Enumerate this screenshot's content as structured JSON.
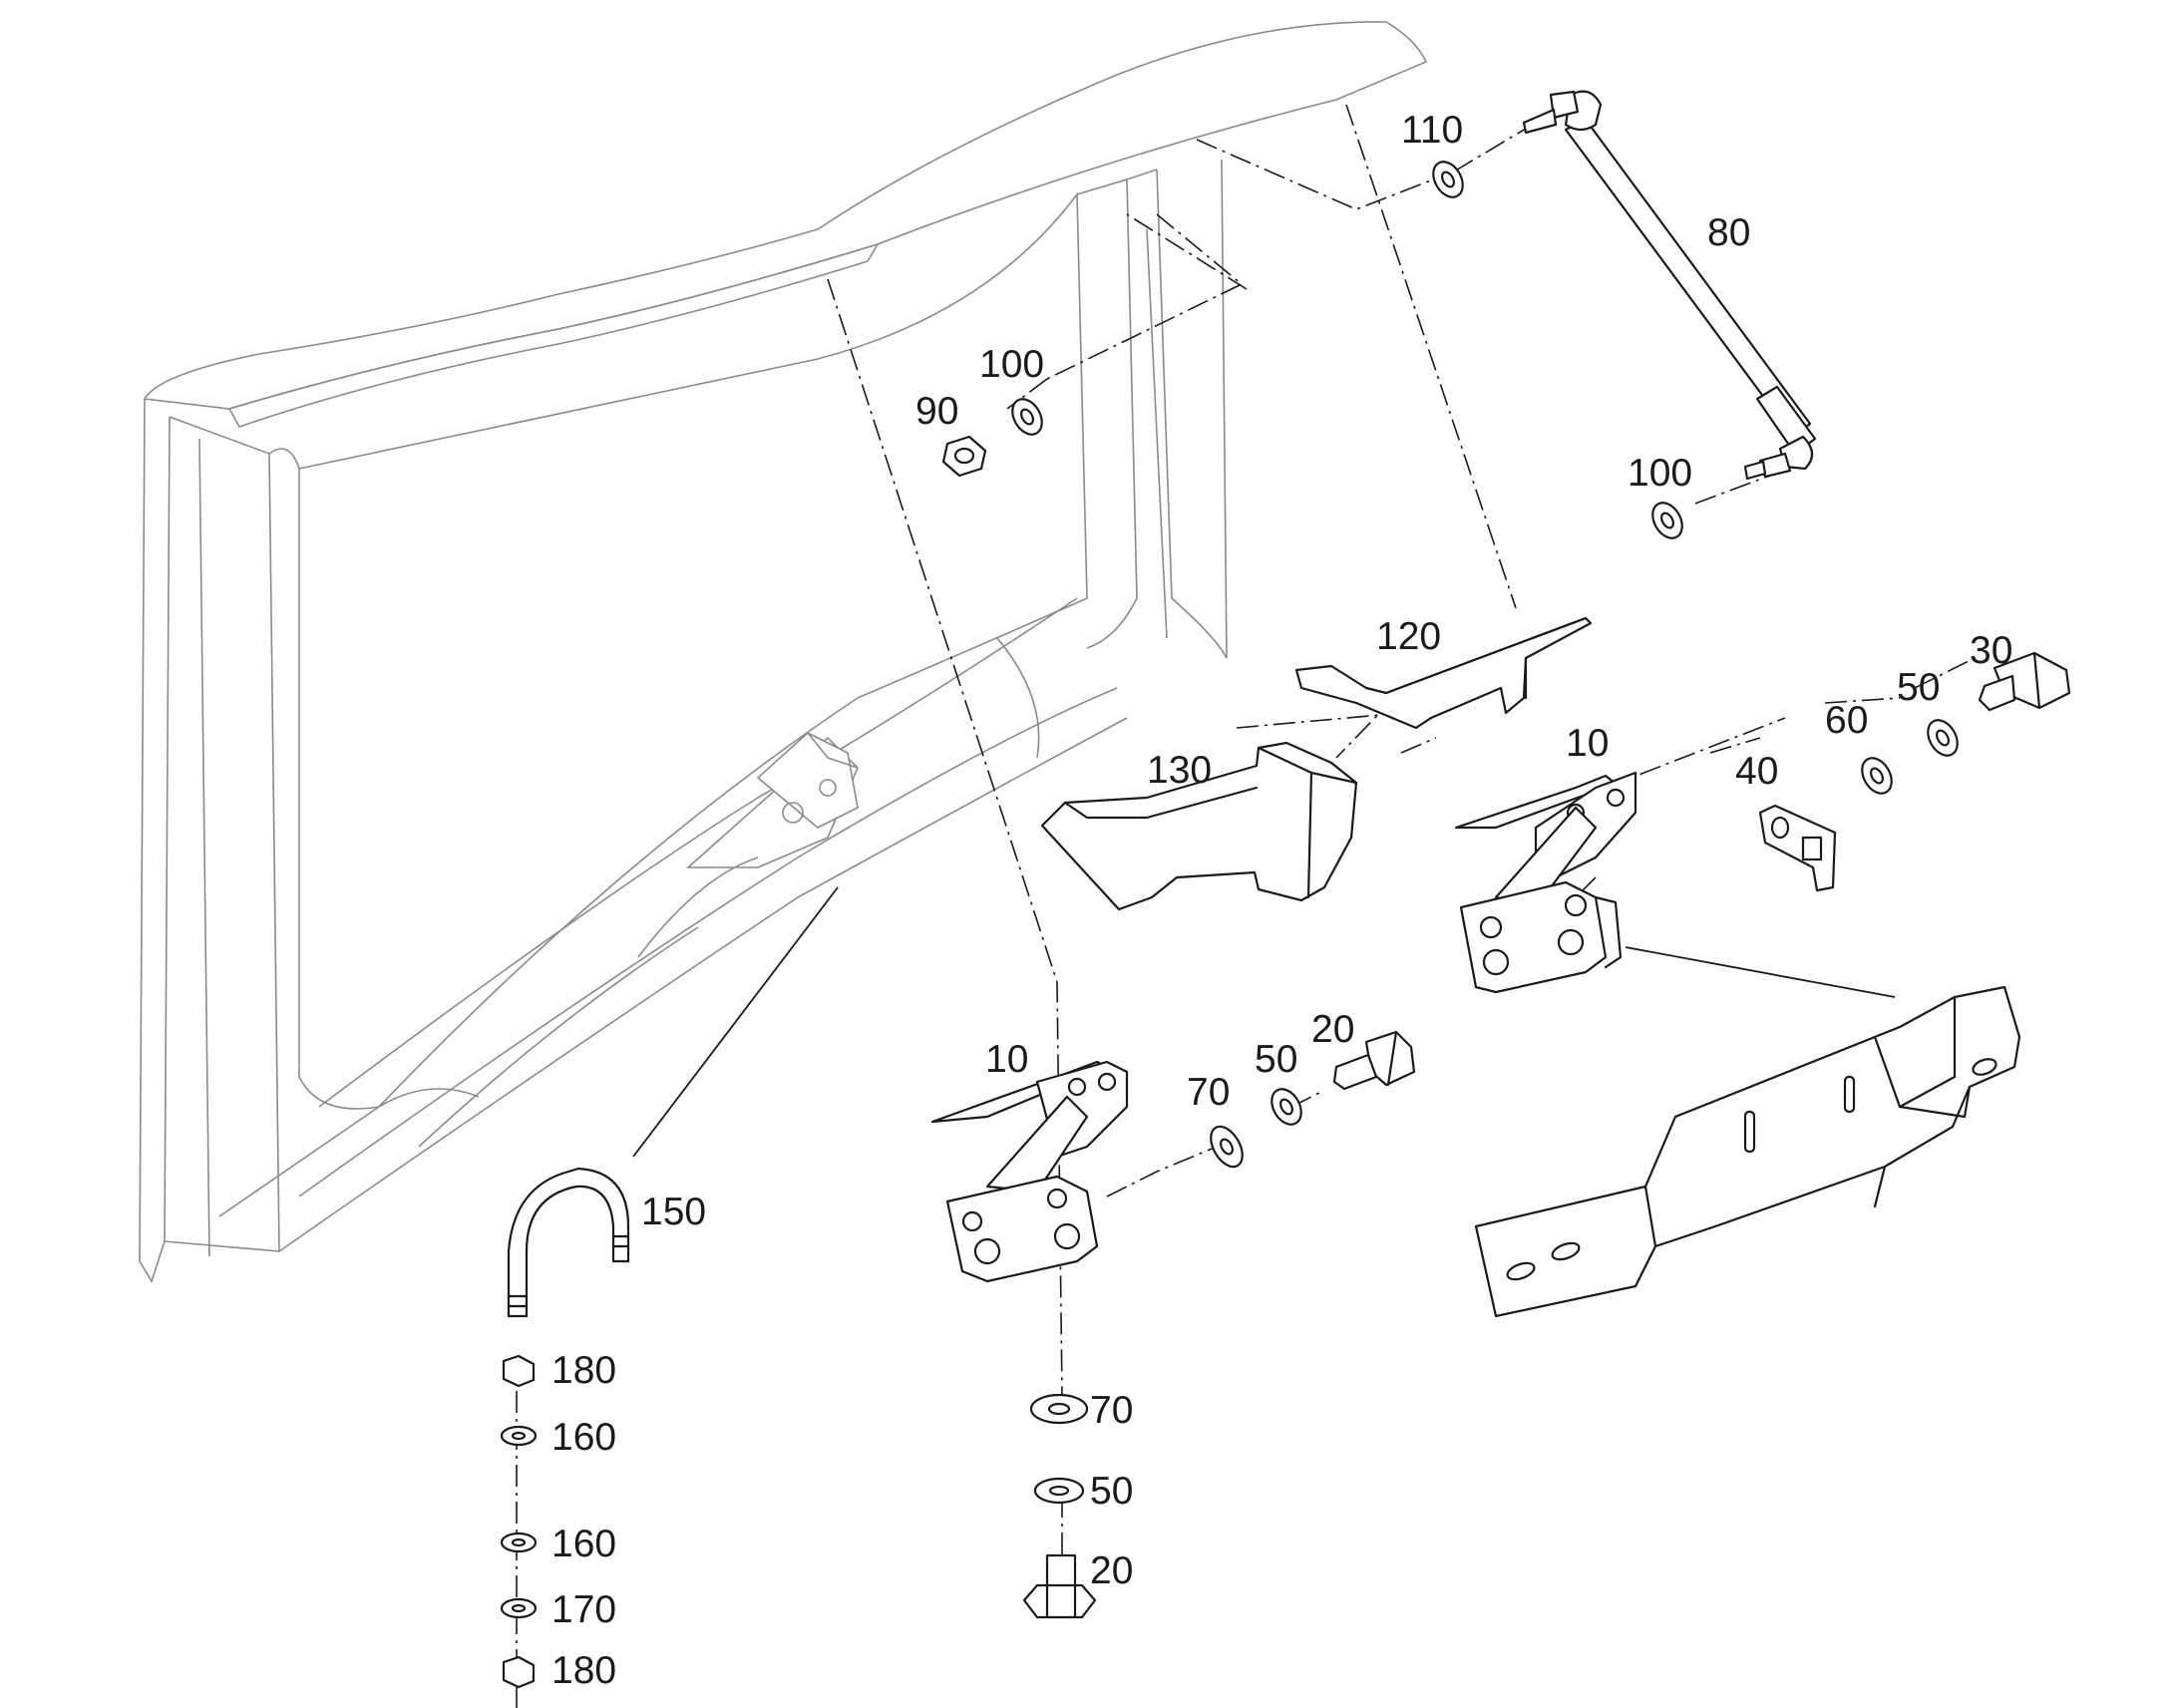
{
  "callouts": {
    "c110": "110",
    "c80": "80",
    "c100_top": "100",
    "c90": "90",
    "c100_right": "100",
    "c120": "120",
    "c30": "30",
    "c50_right": "50",
    "c60": "60",
    "c10_right": "10",
    "c40": "40",
    "c130": "130",
    "c10_center": "10",
    "c20_top": "20",
    "c50_mid": "50",
    "c70_mid": "70",
    "c150": "150",
    "c180_top": "180",
    "c160_top": "160",
    "c160_bottom": "160",
    "c170": "170",
    "c180_bottom": "180",
    "c70_bottom": "70",
    "c50_bottom": "50",
    "c20_bottom": "20"
  }
}
